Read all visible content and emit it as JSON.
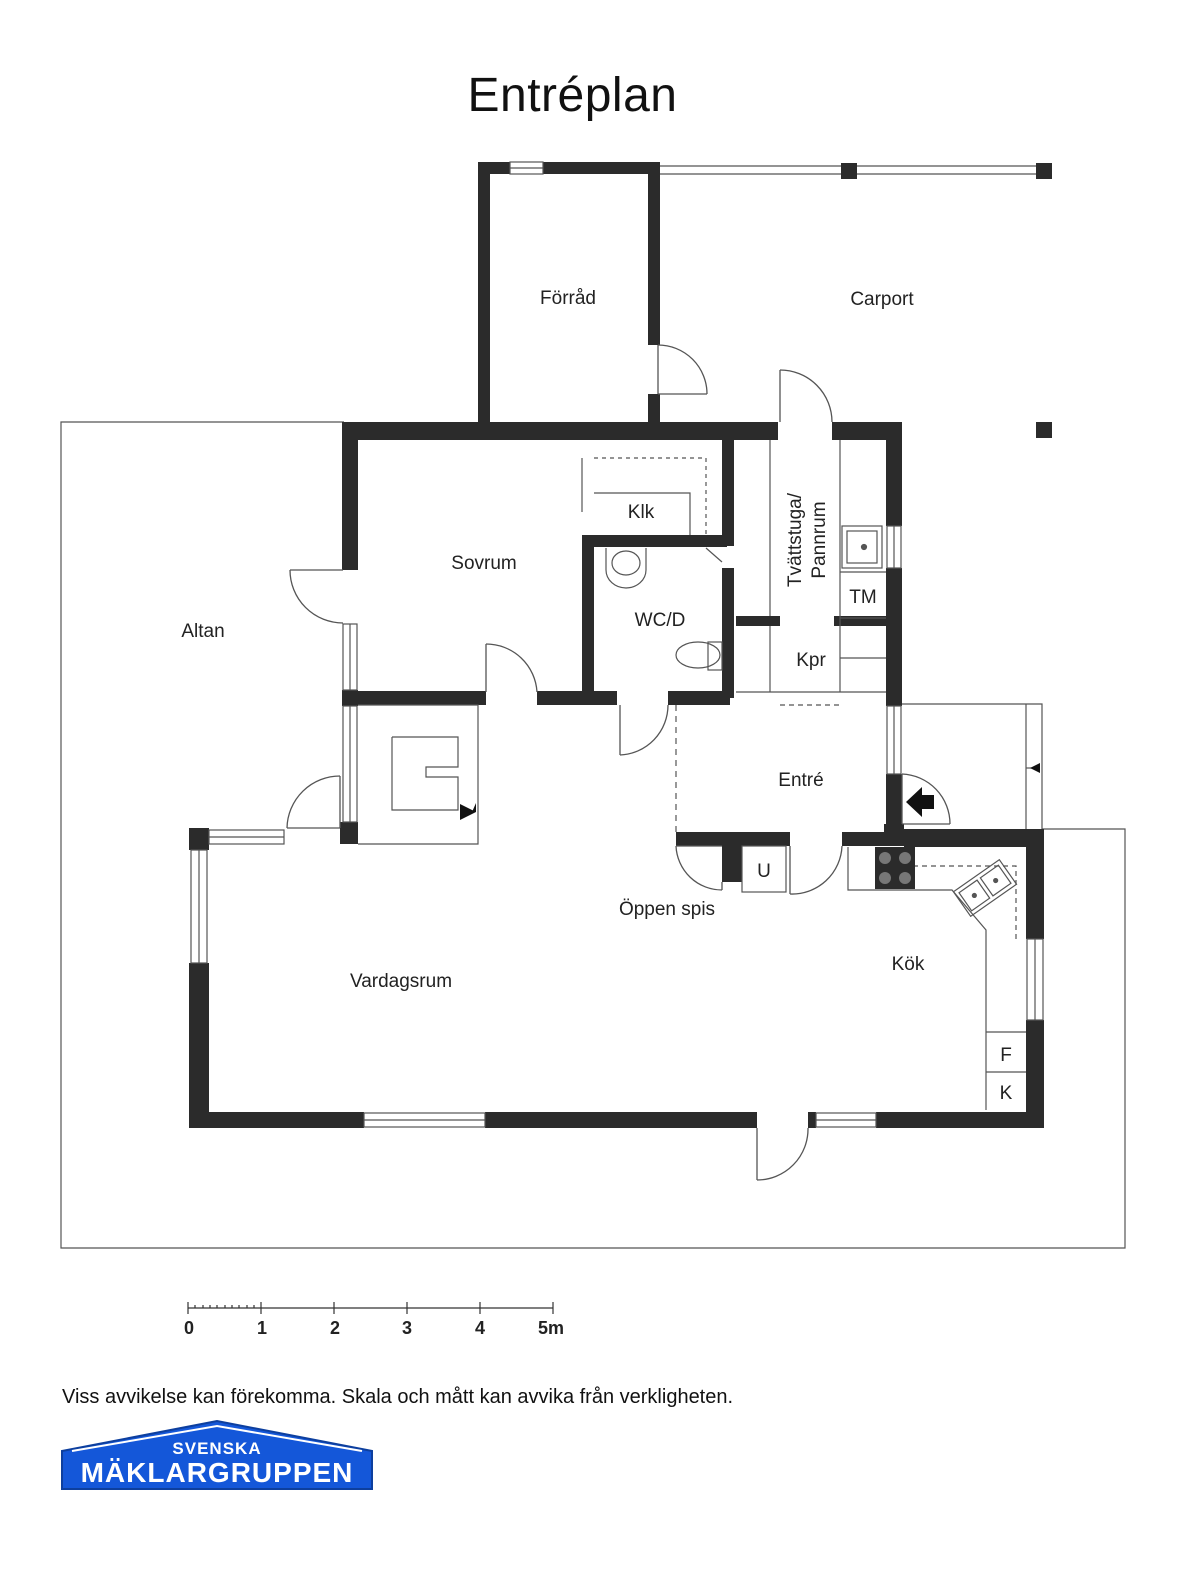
{
  "title": "Entréplan",
  "rooms": {
    "forrad": "Förråd",
    "carport": "Carport",
    "klk": "Klk",
    "sovrum": "Sovrum",
    "wcd": "WC/D",
    "tvattstuga_line1": "Tvättstuga/",
    "tvattstuga_line2": "Pannrum",
    "tm": "TM",
    "kpr": "Kpr",
    "altan": "Altan",
    "entre": "Entré",
    "u": "U",
    "oppen_spis": "Öppen spis",
    "kok": "Kök",
    "vardagsrum": "Vardagsrum",
    "f": "F",
    "k": "K"
  },
  "scale": {
    "labels": [
      "0",
      "1",
      "2",
      "3",
      "4",
      "5m"
    ]
  },
  "disclaimer": "Viss avvikelse kan förekomma. Skala och mått kan avvika från verkligheten.",
  "logo": {
    "top": "SVENSKA",
    "main": "MÄKLARGRUPPEN",
    "color": "#1457d9"
  },
  "colors": {
    "wall": "#2b2b2b",
    "line": "#555555"
  }
}
